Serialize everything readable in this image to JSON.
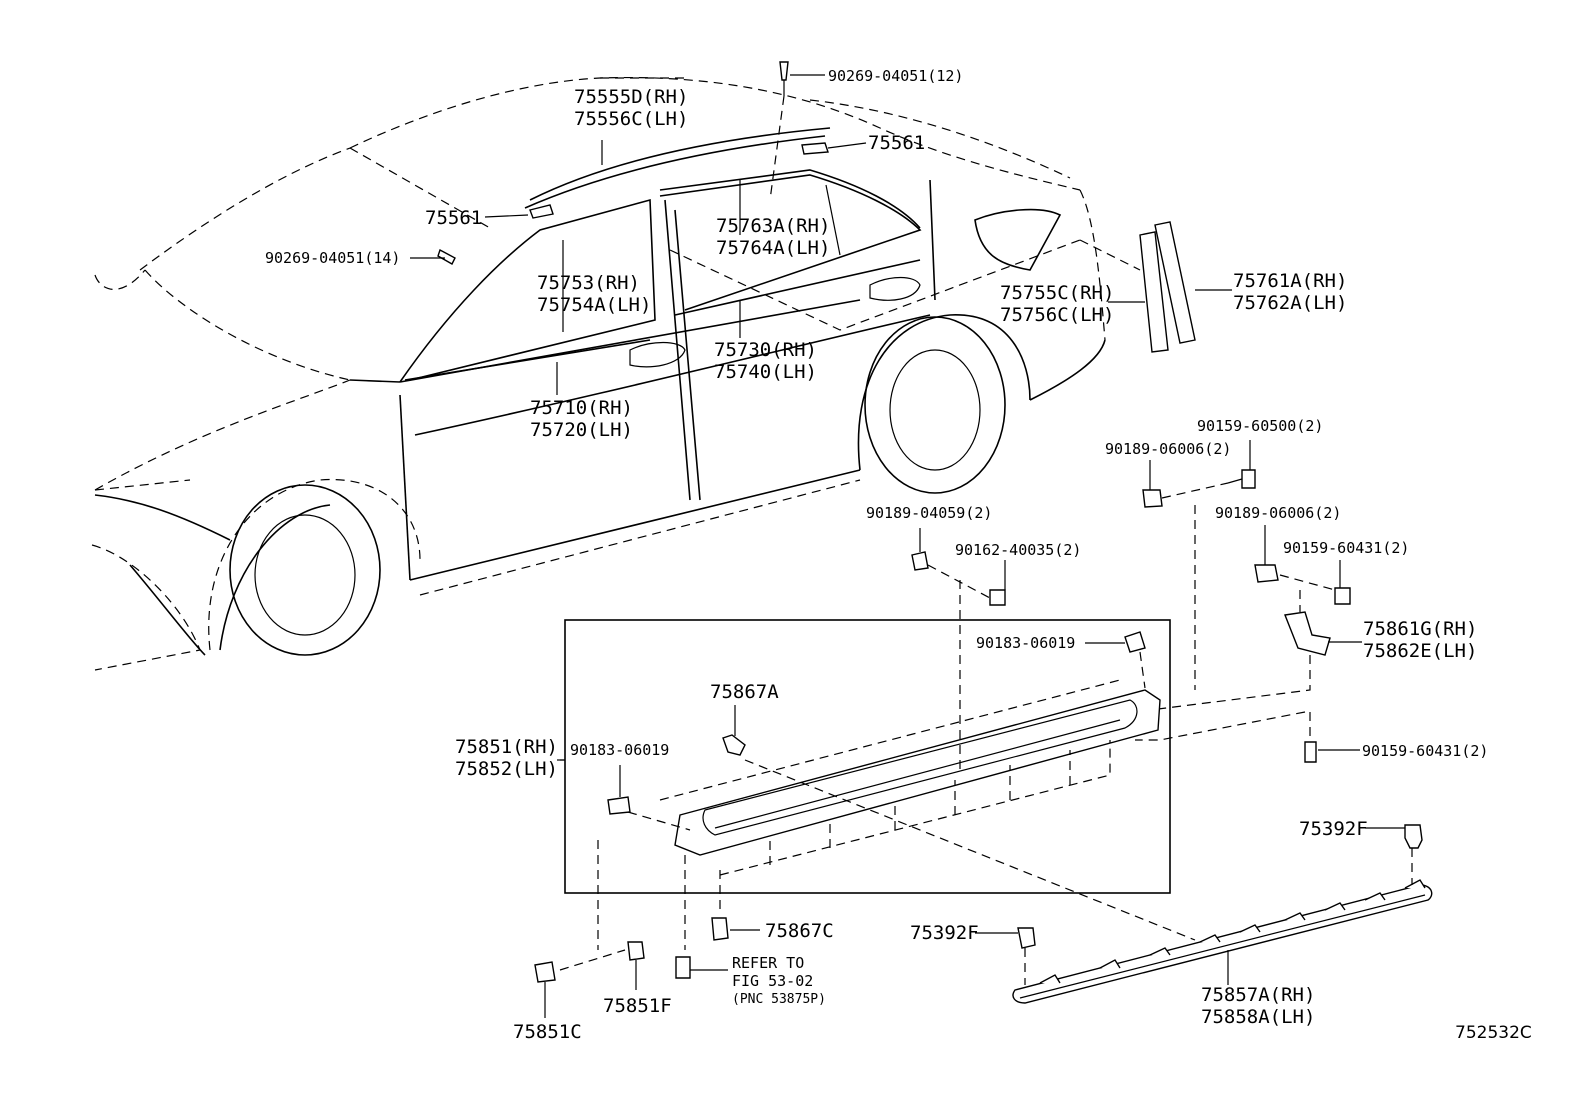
{
  "labels": {
    "p90269_12": "90269-04051(12)",
    "p75555": "75555D(RH)",
    "p75556": "75556C(LH)",
    "p75561_top": "75561",
    "p75561_left": "75561",
    "p90269_14": "90269-04051(14)",
    "p75763": "75763A(RH)",
    "p75764": "75764A(LH)",
    "p75753": "75753(RH)",
    "p75754": "75754A(LH)",
    "p75755": "75755C(RH)",
    "p75756": "75756C(LH)",
    "p75761": "75761A(RH)",
    "p75762": "75762A(LH)",
    "p75730": "75730(RH)",
    "p75740": "75740(LH)",
    "p75710": "75710(RH)",
    "p75720": "75720(LH)",
    "p90159_60500": "90159-60500(2)",
    "p90189_06006a": "90189-06006(2)",
    "p90189_06006b": "90189-06006(2)",
    "p90189_04059": "90189-04059(2)",
    "p90159_60431a": "90159-60431(2)",
    "p90162_40035": "90162-40035(2)",
    "p90183_06019a": "90183-06019",
    "p75861": "75861G(RH)",
    "p75862": "75862E(LH)",
    "p75867A": "75867A",
    "p75851": "75851(RH)",
    "p75852": "75852(LH)",
    "p90183_06019b": "90183-06019",
    "p90159_60431b": "90159-60431(2)",
    "p75392F_r": "75392F",
    "p75392F_l": "75392F",
    "p75867C": "75867C",
    "refer1": "REFER TO",
    "refer2": "FIG 53-02",
    "refer3": "(PNC 53875P)",
    "p75851F": "75851F",
    "p75851C": "75851C",
    "p75857": "75857A(RH)",
    "p75858": "75858A(LH)",
    "diagram_code": "752532C"
  }
}
